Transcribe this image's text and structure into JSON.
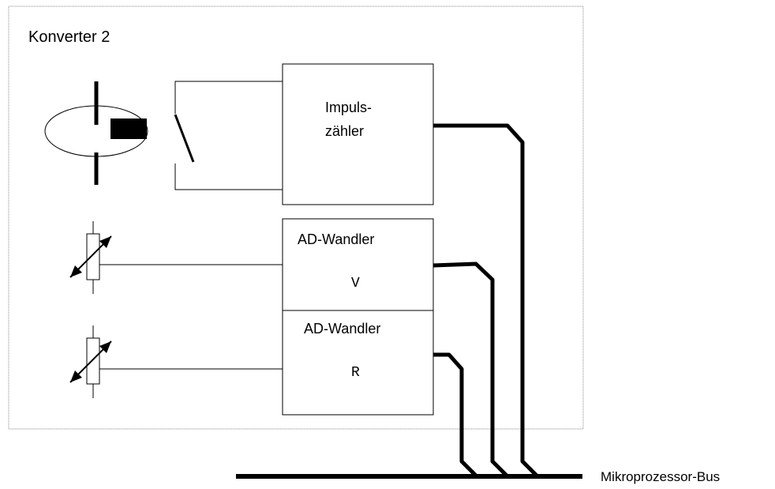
{
  "converter": {
    "title": "Konverter 2"
  },
  "blocks": {
    "pulse_counter": {
      "line1": "Impuls-",
      "line2": "zähler"
    },
    "ad_converter_v": {
      "label": "AD-Wandler",
      "symbol": "V"
    },
    "ad_converter_r": {
      "label": "AD-Wandler",
      "symbol": "R"
    }
  },
  "bus": {
    "label": "Mikroprozessor-Bus"
  },
  "colors": {
    "line": "#000000",
    "background": "#ffffff",
    "border": "#888888"
  }
}
